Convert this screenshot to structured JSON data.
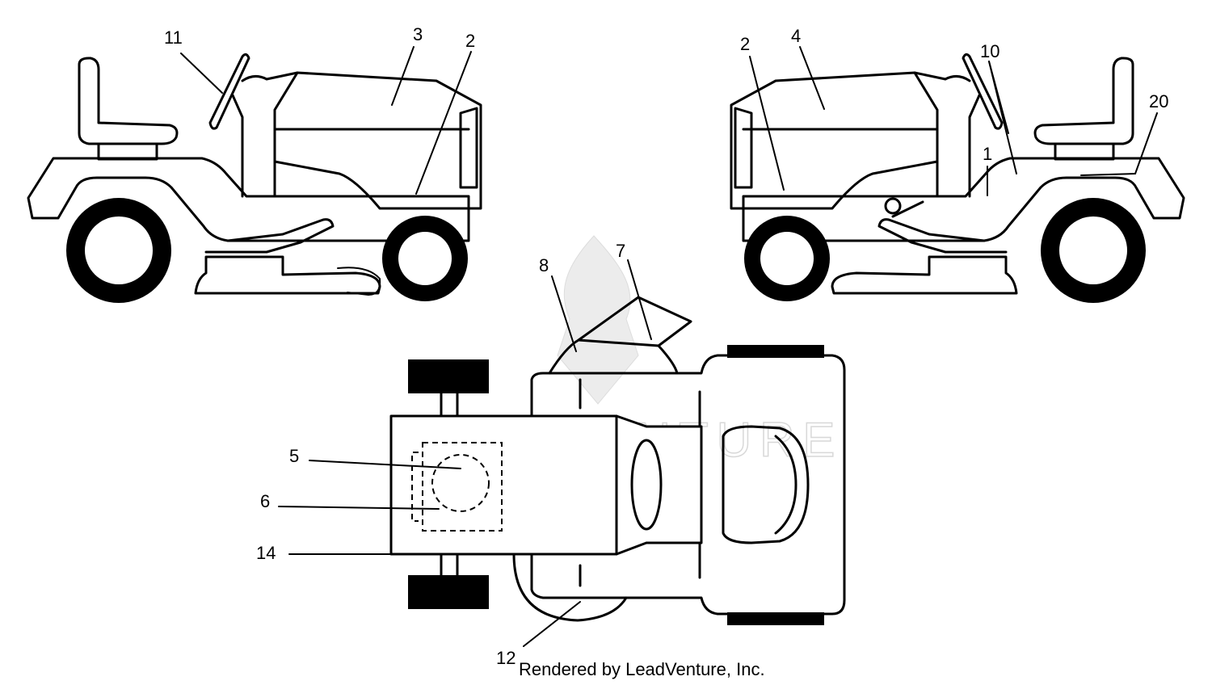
{
  "diagram": {
    "callouts": [
      "1",
      "2",
      "2",
      "3",
      "4",
      "5",
      "6",
      "7",
      "8",
      "10",
      "11",
      "12",
      "14",
      "20"
    ],
    "credit": "Rendered by LeadVenture, Inc.",
    "watermark": "LEADVENTURE"
  }
}
